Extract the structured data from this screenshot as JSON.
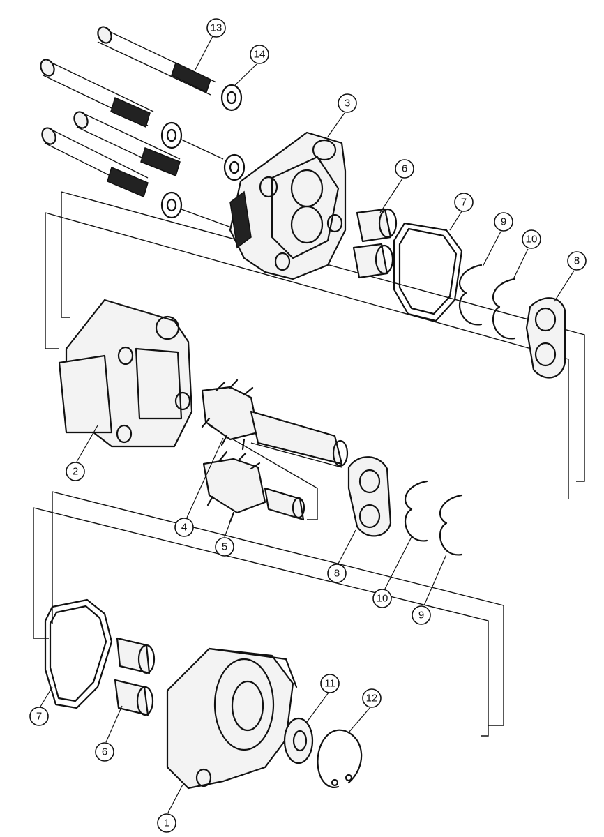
{
  "callouts": [
    {
      "id": "13",
      "label": "13"
    },
    {
      "id": "14",
      "label": "14"
    },
    {
      "id": "3",
      "label": "3"
    },
    {
      "id": "6a",
      "label": "6"
    },
    {
      "id": "7a",
      "label": "7"
    },
    {
      "id": "9a",
      "label": "9"
    },
    {
      "id": "10a",
      "label": "10"
    },
    {
      "id": "8a",
      "label": "8"
    },
    {
      "id": "2",
      "label": "2"
    },
    {
      "id": "4",
      "label": "4"
    },
    {
      "id": "5",
      "label": "5"
    },
    {
      "id": "8b",
      "label": "8"
    },
    {
      "id": "10b",
      "label": "10"
    },
    {
      "id": "9b",
      "label": "9"
    },
    {
      "id": "7b",
      "label": "7"
    },
    {
      "id": "6b",
      "label": "6"
    },
    {
      "id": "11",
      "label": "11"
    },
    {
      "id": "12",
      "label": "12"
    },
    {
      "id": "1",
      "label": "1"
    }
  ]
}
